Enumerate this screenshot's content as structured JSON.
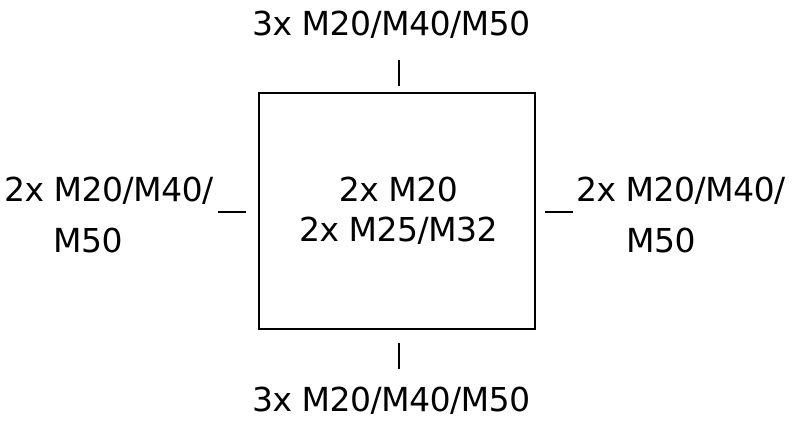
{
  "top_label": "3x M20/M40/M50",
  "bottom_label": "3x M20/M40/M50",
  "left_label": {
    "line1": "2x M20/M40/",
    "line2": "M50"
  },
  "right_label": {
    "line1": "2x M20/M40/",
    "line2": "M50"
  },
  "center_label": {
    "line1": "2x M20",
    "line2": "2x M25/M32"
  }
}
